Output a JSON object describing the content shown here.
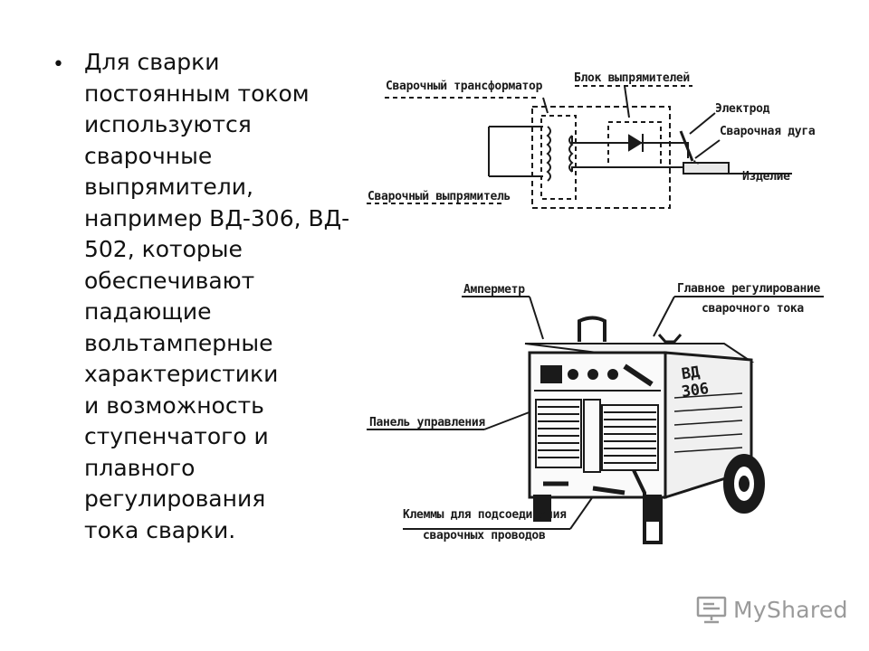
{
  "slide": {
    "bullet_lines": [
      "Для сварки",
      "постоянным током",
      "используются",
      "сварочные",
      "выпрямители,",
      "например ВД-306, ВД-",
      "502, которые",
      "обеспечивают",
      "падающие",
      "вольтамперные",
      "характеристики",
      "и возможность",
      "ступенчатого и",
      "плавного",
      "регулирования",
      "тока сварки."
    ]
  },
  "figure": {
    "schematic_labels": {
      "transformer": "Сварочный трансформатор",
      "rectifier_block": "Блок выпрямителей",
      "electrode": "Электрод",
      "arc": "Сварочная дуга",
      "workpiece": "Изделие",
      "rectifier": "Сварочный выпрямитель"
    },
    "machine_labels": {
      "ammeter": "Амперметр",
      "main_control_line1": "Главное регулирование",
      "main_control_line2": "сварочного тока",
      "control_panel": "Панель управления",
      "terminals_line1": "Клеммы для подсоединения",
      "terminals_line2": "сварочных проводов",
      "machine_marking_line1": "ВД",
      "machine_marking_line2": "306"
    }
  },
  "watermark": {
    "text": "MyShared",
    "icon": "presentation-board-icon"
  }
}
